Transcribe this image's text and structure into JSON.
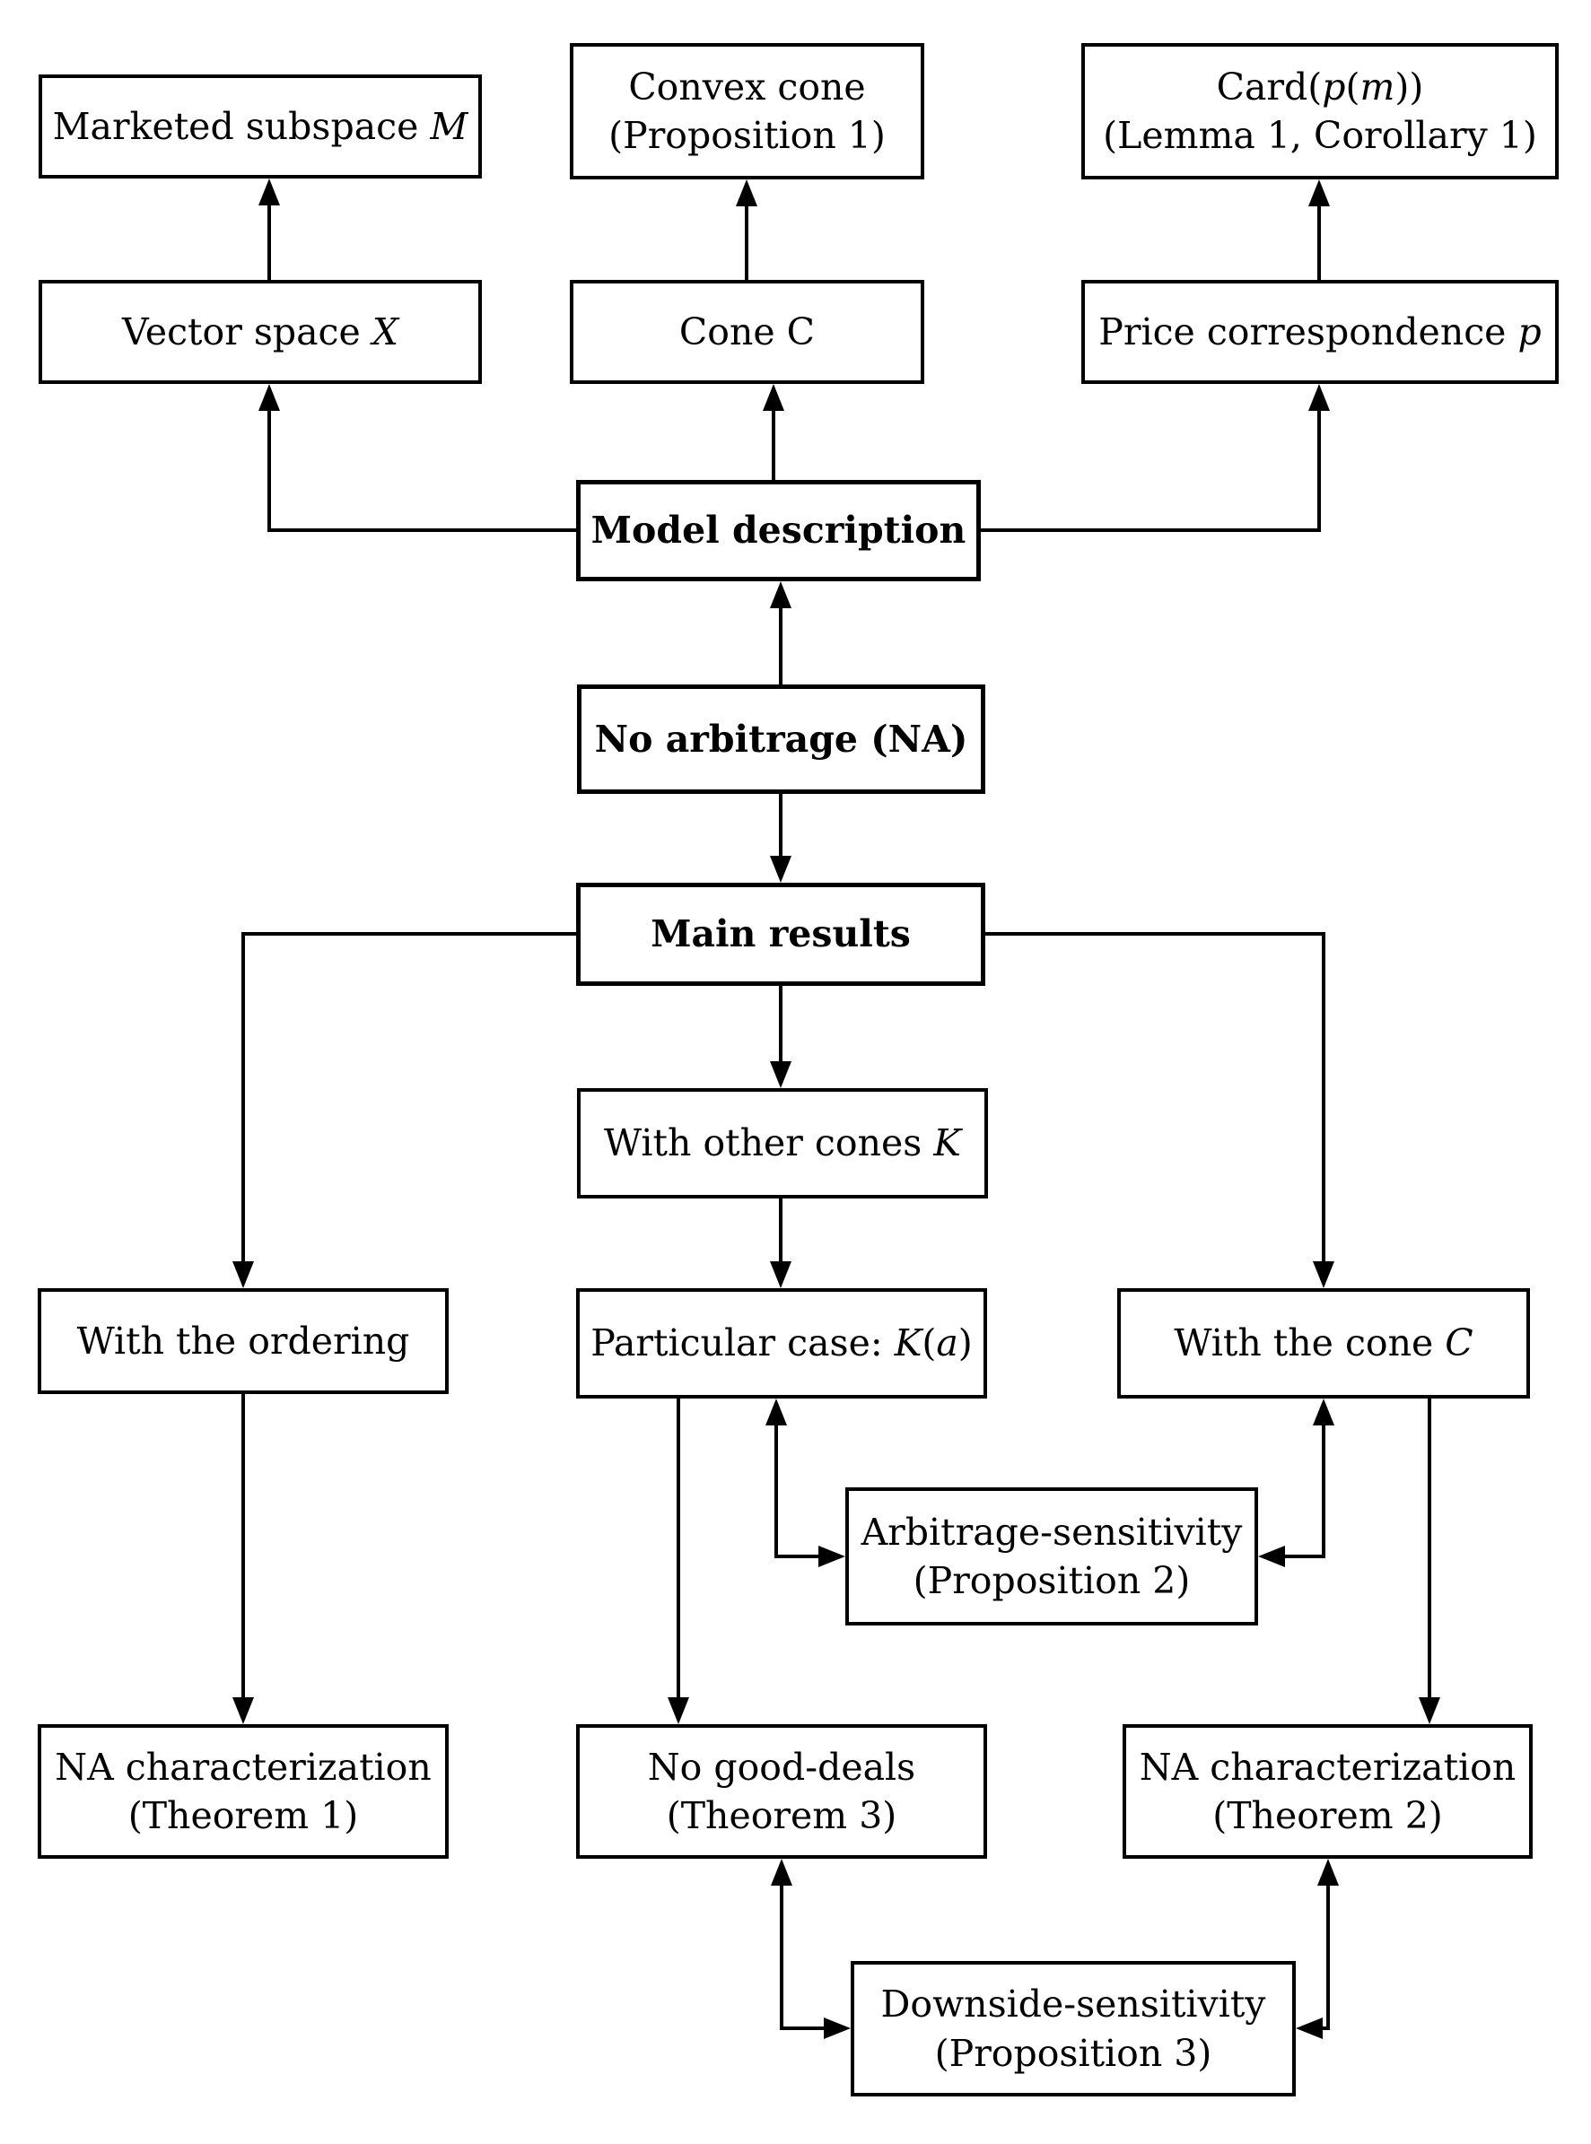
{
  "colors": {
    "background": "#ffffff",
    "stroke": "#000000",
    "text": "#000000"
  },
  "boxes": {
    "marketed_subspace": {
      "lines": [
        [
          {
            "t": "Marketed subspace "
          },
          {
            "t": "M",
            "i": true
          }
        ]
      ]
    },
    "vector_space": {
      "lines": [
        [
          {
            "t": "Vector space "
          },
          {
            "t": "X",
            "i": true
          }
        ]
      ]
    },
    "convex_cone": {
      "lines": [
        [
          {
            "t": "Convex cone"
          }
        ],
        [
          {
            "t": "(Proposition 1)"
          }
        ]
      ]
    },
    "cone_c": {
      "lines": [
        [
          {
            "t": "Cone C"
          }
        ]
      ]
    },
    "card_pm": {
      "lines": [
        [
          {
            "t": "Card("
          },
          {
            "t": "p",
            "i": true
          },
          {
            "t": "("
          },
          {
            "t": "m",
            "i": true
          },
          {
            "t": "))"
          }
        ],
        [
          {
            "t": "(Lemma 1, Corollary 1)"
          }
        ]
      ]
    },
    "price_correspondence": {
      "lines": [
        [
          {
            "t": "Price correspondence "
          },
          {
            "t": "p",
            "i": true
          }
        ]
      ]
    },
    "model_description": {
      "lines": [
        [
          {
            "t": "Model description"
          }
        ]
      ]
    },
    "no_arbitrage": {
      "lines": [
        [
          {
            "t": "No arbitrage (NA)"
          }
        ]
      ]
    },
    "main_results": {
      "lines": [
        [
          {
            "t": "Main results"
          }
        ]
      ]
    },
    "with_other_cones": {
      "lines": [
        [
          {
            "t": "With other cones "
          },
          {
            "t": "K",
            "i": true
          }
        ]
      ]
    },
    "with_the_ordering": {
      "lines": [
        [
          {
            "t": "With the ordering"
          }
        ]
      ]
    },
    "particular_case": {
      "lines": [
        [
          {
            "t": "Particular case: "
          },
          {
            "t": "K",
            "i": true
          },
          {
            "t": "("
          },
          {
            "t": "a",
            "i": true
          },
          {
            "t": ")"
          }
        ]
      ]
    },
    "with_the_cone_c": {
      "lines": [
        [
          {
            "t": "With the cone "
          },
          {
            "t": "C",
            "i": true
          }
        ]
      ]
    },
    "arbitrage_sensitivity": {
      "lines": [
        [
          {
            "t": "Arbitrage-sensitivity"
          }
        ],
        [
          {
            "t": "(Proposition 2)"
          }
        ]
      ]
    },
    "na_characterization_th1": {
      "lines": [
        [
          {
            "t": "NA characterization"
          }
        ],
        [
          {
            "t": "(Theorem 1)"
          }
        ]
      ]
    },
    "no_good_deals": {
      "lines": [
        [
          {
            "t": "No good-deals"
          }
        ],
        [
          {
            "t": "(Theorem 3)"
          }
        ]
      ]
    },
    "na_characterization_th2": {
      "lines": [
        [
          {
            "t": "NA characterization"
          }
        ],
        [
          {
            "t": "(Theorem 2)"
          }
        ]
      ]
    },
    "downside_sensitivity": {
      "lines": [
        [
          {
            "t": "Downside-sensitivity"
          }
        ],
        [
          {
            "t": "(Proposition 3)"
          }
        ]
      ]
    }
  }
}
